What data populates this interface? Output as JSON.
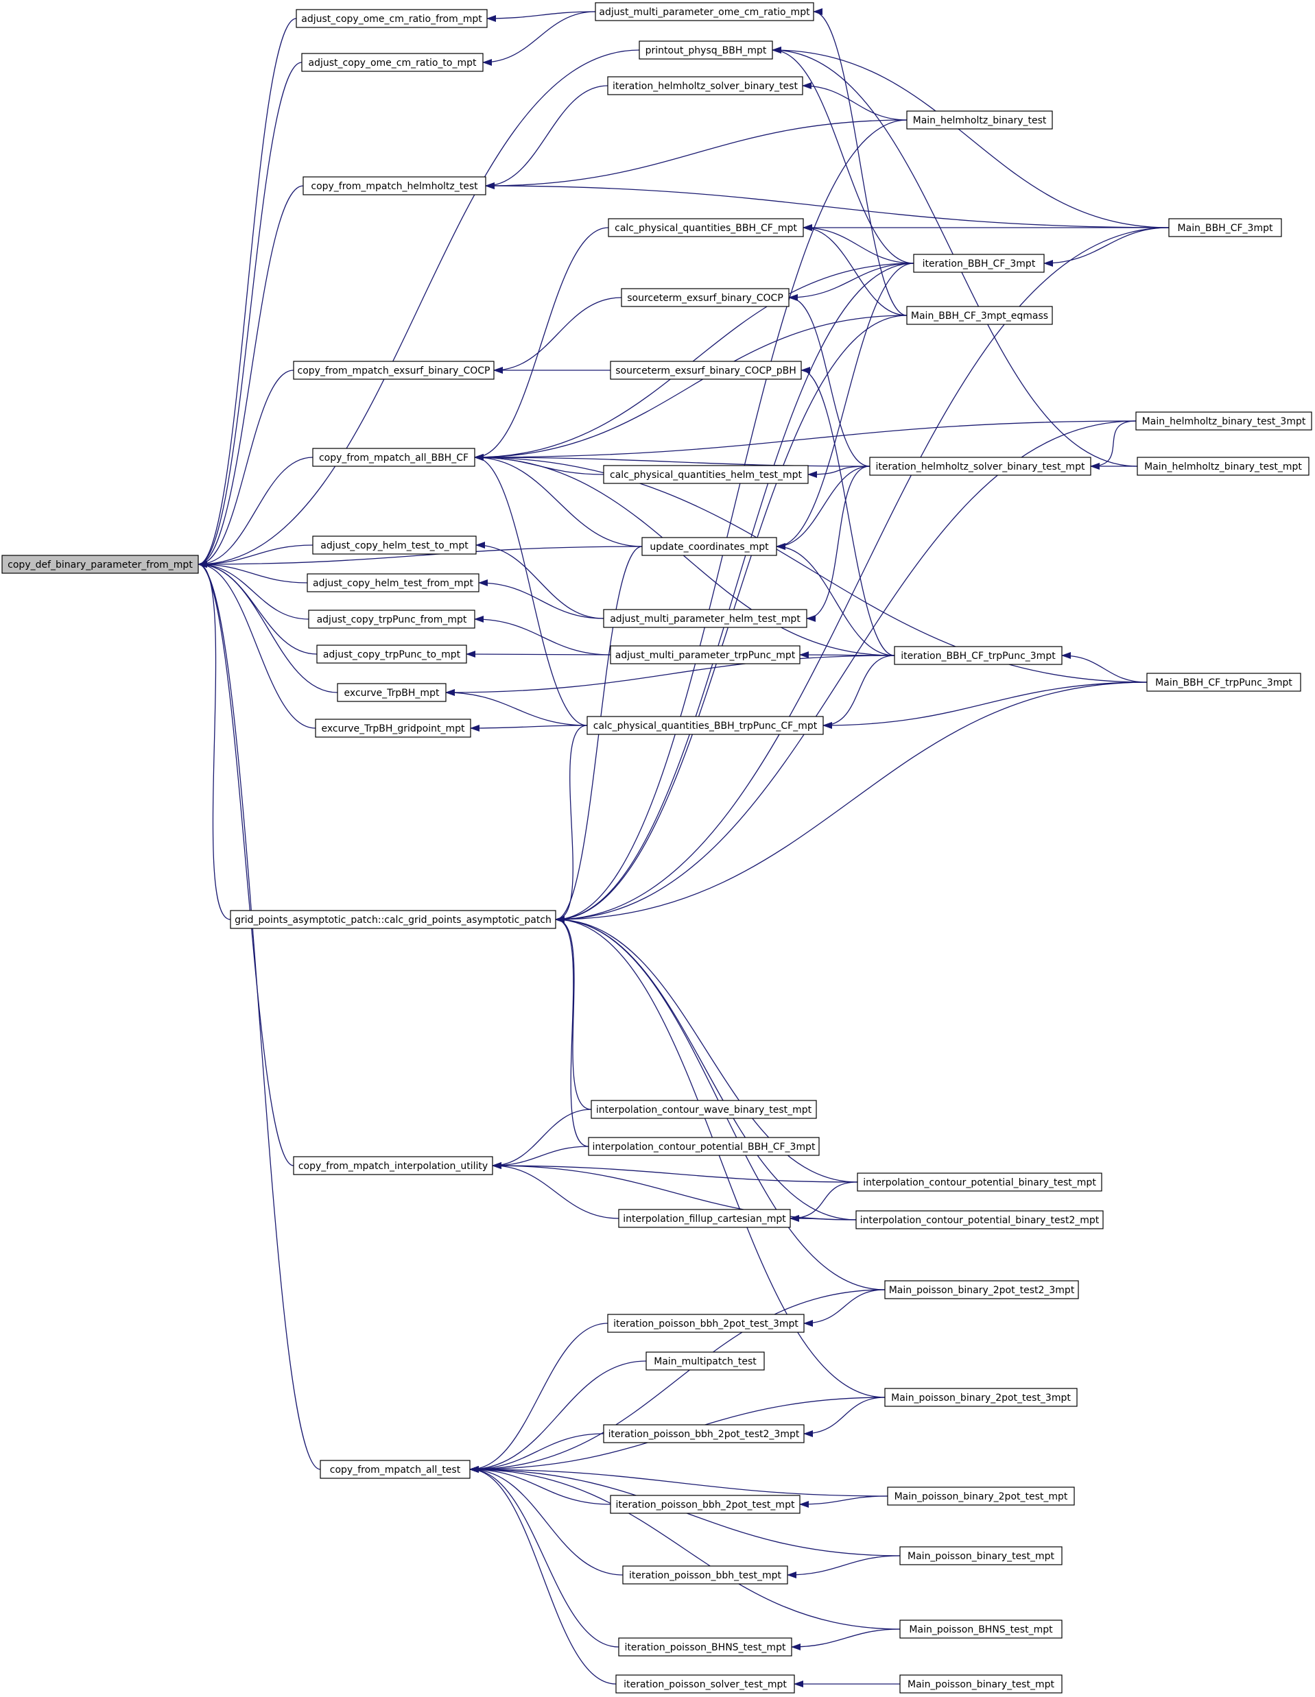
{
  "colors": {
    "edge": "#191970",
    "node_border": "#000000",
    "node_fill": "#ffffff",
    "root_fill": "#bfbfbf",
    "text": "#000000"
  },
  "graph": {
    "root": "n0",
    "nodes": [
      {
        "id": "n0",
        "label": "copy_def_binary_parameter_from_mpt"
      },
      {
        "id": "n1",
        "label": "adjust_copy_ome_cm_ratio_from_mpt"
      },
      {
        "id": "n2",
        "label": "adjust_copy_ome_cm_ratio_to_mpt"
      },
      {
        "id": "n3",
        "label": "copy_from_mpatch_helmholtz_test"
      },
      {
        "id": "n4",
        "label": "copy_from_mpatch_exsurf_binary_COCP"
      },
      {
        "id": "n5",
        "label": "copy_from_mpatch_all_BBH_CF"
      },
      {
        "id": "n6",
        "label": "adjust_copy_helm_test_to_mpt"
      },
      {
        "id": "n7",
        "label": "adjust_copy_helm_test_from_mpt"
      },
      {
        "id": "n8",
        "label": "adjust_copy_trpPunc_from_mpt"
      },
      {
        "id": "n9",
        "label": "adjust_copy_trpPunc_to_mpt"
      },
      {
        "id": "n10",
        "label": "excurve_TrpBH_mpt"
      },
      {
        "id": "n11",
        "label": "excurve_TrpBH_gridpoint_mpt"
      },
      {
        "id": "n12",
        "label": "grid_points_asymptotic_patch::calc_grid_points_asymptotic_patch"
      },
      {
        "id": "n13",
        "label": "copy_from_mpatch_interpolation_utility"
      },
      {
        "id": "n14",
        "label": "copy_from_mpatch_all_test"
      },
      {
        "id": "n15",
        "label": "adjust_multi_parameter_ome_cm_ratio_mpt"
      },
      {
        "id": "n16",
        "label": "printout_physq_BBH_mpt"
      },
      {
        "id": "n17",
        "label": "iteration_helmholtz_solver_binary_test"
      },
      {
        "id": "n18",
        "label": "calc_physical_quantities_BBH_CF_mpt"
      },
      {
        "id": "n19",
        "label": "sourceterm_exsurf_binary_COCP"
      },
      {
        "id": "n20",
        "label": "sourceterm_exsurf_binary_COCP_pBH"
      },
      {
        "id": "n21",
        "label": "calc_physical_quantities_helm_test_mpt"
      },
      {
        "id": "n22",
        "label": "update_coordinates_mpt"
      },
      {
        "id": "n23",
        "label": "adjust_multi_parameter_helm_test_mpt"
      },
      {
        "id": "n24",
        "label": "adjust_multi_parameter_trpPunc_mpt"
      },
      {
        "id": "n25",
        "label": "calc_physical_quantities_BBH_trpPunc_CF_mpt"
      },
      {
        "id": "n26",
        "label": "interpolation_contour_wave_binary_test_mpt"
      },
      {
        "id": "n27",
        "label": "interpolation_contour_potential_BBH_CF_3mpt"
      },
      {
        "id": "n28",
        "label": "interpolation_fillup_cartesian_mpt"
      },
      {
        "id": "n29",
        "label": "iteration_poisson_bbh_2pot_test_3mpt"
      },
      {
        "id": "n30",
        "label": "Main_multipatch_test"
      },
      {
        "id": "n31",
        "label": "iteration_poisson_bbh_2pot_test2_3mpt"
      },
      {
        "id": "n32",
        "label": "iteration_poisson_bbh_2pot_test_mpt"
      },
      {
        "id": "n33",
        "label": "iteration_poisson_bbh_test_mpt"
      },
      {
        "id": "n34",
        "label": "iteration_poisson_BHNS_test_mpt"
      },
      {
        "id": "n35",
        "label": "iteration_poisson_solver_test_mpt"
      },
      {
        "id": "n36",
        "label": "Main_helmholtz_binary_test"
      },
      {
        "id": "n37",
        "label": "iteration_BBH_CF_3mpt"
      },
      {
        "id": "n38",
        "label": "Main_BBH_CF_3mpt_eqmass"
      },
      {
        "id": "n39",
        "label": "iteration_helmholtz_solver_binary_test_mpt"
      },
      {
        "id": "n40",
        "label": "iteration_BBH_CF_trpPunc_3mpt"
      },
      {
        "id": "n41",
        "label": "interpolation_contour_potential_binary_test_mpt"
      },
      {
        "id": "n42",
        "label": "interpolation_contour_potential_binary_test2_mpt"
      },
      {
        "id": "n43",
        "label": "Main_poisson_binary_2pot_test2_3mpt"
      },
      {
        "id": "n44",
        "label": "Main_poisson_binary_2pot_test_3mpt"
      },
      {
        "id": "n45",
        "label": "Main_poisson_binary_2pot_test_mpt"
      },
      {
        "id": "n46",
        "label": "Main_poisson_binary_test_mpt"
      },
      {
        "id": "n47",
        "label": "Main_poisson_BHNS_test_mpt"
      },
      {
        "id": "n48",
        "label": "Main_poisson_binary_test_mpt"
      },
      {
        "id": "n49",
        "label": "Main_BBH_CF_3mpt"
      },
      {
        "id": "n50",
        "label": "Main_helmholtz_binary_test_3mpt"
      },
      {
        "id": "n51",
        "label": "Main_helmholtz_binary_test_mpt"
      },
      {
        "id": "n52",
        "label": "Main_BBH_CF_trpPunc_3mpt"
      }
    ],
    "edges": [
      [
        "n1",
        "n0"
      ],
      [
        "n2",
        "n0"
      ],
      [
        "n16",
        "n0"
      ],
      [
        "n3",
        "n0"
      ],
      [
        "n4",
        "n0"
      ],
      [
        "n5",
        "n0"
      ],
      [
        "n22",
        "n0"
      ],
      [
        "n6",
        "n0"
      ],
      [
        "n7",
        "n0"
      ],
      [
        "n8",
        "n0"
      ],
      [
        "n9",
        "n0"
      ],
      [
        "n10",
        "n0"
      ],
      [
        "n11",
        "n0"
      ],
      [
        "n12",
        "n0"
      ],
      [
        "n13",
        "n0"
      ],
      [
        "n14",
        "n0"
      ],
      [
        "n15",
        "n1"
      ],
      [
        "n15",
        "n2"
      ],
      [
        "n17",
        "n3"
      ],
      [
        "n36",
        "n3"
      ],
      [
        "n49",
        "n3"
      ],
      [
        "n19",
        "n4"
      ],
      [
        "n20",
        "n4"
      ],
      [
        "n18",
        "n5"
      ],
      [
        "n37",
        "n5"
      ],
      [
        "n38",
        "n5"
      ],
      [
        "n50",
        "n5"
      ],
      [
        "n21",
        "n5"
      ],
      [
        "n39",
        "n5"
      ],
      [
        "n22",
        "n5"
      ],
      [
        "n40",
        "n5"
      ],
      [
        "n25",
        "n5"
      ],
      [
        "n52",
        "n5"
      ],
      [
        "n23",
        "n6"
      ],
      [
        "n23",
        "n7"
      ],
      [
        "n24",
        "n8"
      ],
      [
        "n24",
        "n9"
      ],
      [
        "n40",
        "n10"
      ],
      [
        "n25",
        "n10"
      ],
      [
        "n25",
        "n11"
      ],
      [
        "n22",
        "n12"
      ],
      [
        "n25",
        "n12"
      ],
      [
        "n36",
        "n12"
      ],
      [
        "n38",
        "n12"
      ],
      [
        "n37",
        "n12"
      ],
      [
        "n49",
        "n12"
      ],
      [
        "n50",
        "n12"
      ],
      [
        "n52",
        "n12"
      ],
      [
        "n41",
        "n12"
      ],
      [
        "n42",
        "n12"
      ],
      [
        "n44",
        "n12"
      ],
      [
        "n43",
        "n12"
      ],
      [
        "n26",
        "n12"
      ],
      [
        "n27",
        "n12"
      ],
      [
        "n26",
        "n13"
      ],
      [
        "n27",
        "n13"
      ],
      [
        "n41",
        "n13"
      ],
      [
        "n28",
        "n13"
      ],
      [
        "n42",
        "n13"
      ],
      [
        "n43",
        "n14"
      ],
      [
        "n29",
        "n14"
      ],
      [
        "n30",
        "n14"
      ],
      [
        "n44",
        "n14"
      ],
      [
        "n31",
        "n14"
      ],
      [
        "n45",
        "n14"
      ],
      [
        "n32",
        "n14"
      ],
      [
        "n46",
        "n14"
      ],
      [
        "n33",
        "n14"
      ],
      [
        "n47",
        "n14"
      ],
      [
        "n34",
        "n14"
      ],
      [
        "n35",
        "n14"
      ],
      [
        "n38",
        "n15"
      ],
      [
        "n37",
        "n16"
      ],
      [
        "n49",
        "n16"
      ],
      [
        "n51",
        "n16"
      ],
      [
        "n36",
        "n17"
      ],
      [
        "n37",
        "n18"
      ],
      [
        "n49",
        "n18"
      ],
      [
        "n38",
        "n18"
      ],
      [
        "n37",
        "n19"
      ],
      [
        "n39",
        "n19"
      ],
      [
        "n40",
        "n20"
      ],
      [
        "n39",
        "n21"
      ],
      [
        "n37",
        "n22"
      ],
      [
        "n39",
        "n22"
      ],
      [
        "n40",
        "n22"
      ],
      [
        "n39",
        "n23"
      ],
      [
        "n40",
        "n24"
      ],
      [
        "n40",
        "n25"
      ],
      [
        "n52",
        "n25"
      ],
      [
        "n41",
        "n28"
      ],
      [
        "n42",
        "n28"
      ],
      [
        "n43",
        "n29"
      ],
      [
        "n44",
        "n31"
      ],
      [
        "n45",
        "n32"
      ],
      [
        "n46",
        "n33"
      ],
      [
        "n47",
        "n34"
      ],
      [
        "n48",
        "n35"
      ],
      [
        "n49",
        "n37"
      ],
      [
        "n50",
        "n39"
      ],
      [
        "n51",
        "n39"
      ],
      [
        "n52",
        "n40"
      ]
    ]
  }
}
